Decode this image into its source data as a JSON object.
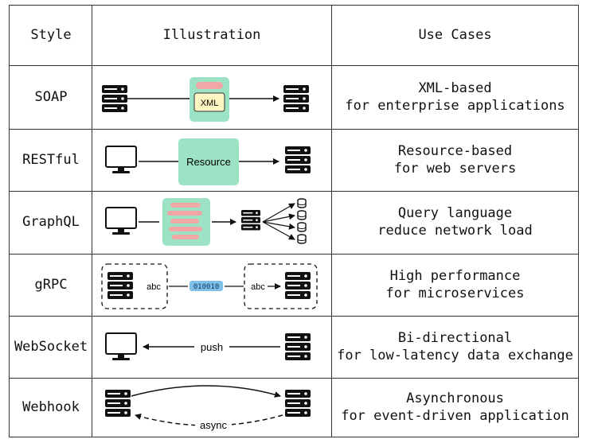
{
  "headers": {
    "style": "Style",
    "illustration": "Illustration",
    "use_cases": "Use Cases"
  },
  "rows": [
    {
      "style": "SOAP",
      "use_case": "XML-based\nfor enterprise applications",
      "labels": {
        "box": "XML"
      }
    },
    {
      "style": "RESTful",
      "use_case": "Resource-based\nfor web servers",
      "labels": {
        "box": "Resource"
      }
    },
    {
      "style": "GraphQL",
      "use_case": "Query language\nreduce network load",
      "labels": {}
    },
    {
      "style": "gRPC",
      "use_case": "High performance\nfor microservices",
      "labels": {
        "left": "abc",
        "binary": "010010",
        "right": "abc"
      }
    },
    {
      "style": "WebSocket",
      "use_case": "Bi-directional\nfor low-latency data exchange",
      "labels": {
        "arrow": "push"
      }
    },
    {
      "style": "Webhook",
      "use_case": "Asynchronous\nfor event-driven application",
      "labels": {
        "arrow": "async"
      }
    }
  ],
  "colors": {
    "green": "#9be3c4",
    "pink": "#f2a7a7",
    "yellow": "#fdf6c3",
    "binary": "#7fc0e8"
  }
}
